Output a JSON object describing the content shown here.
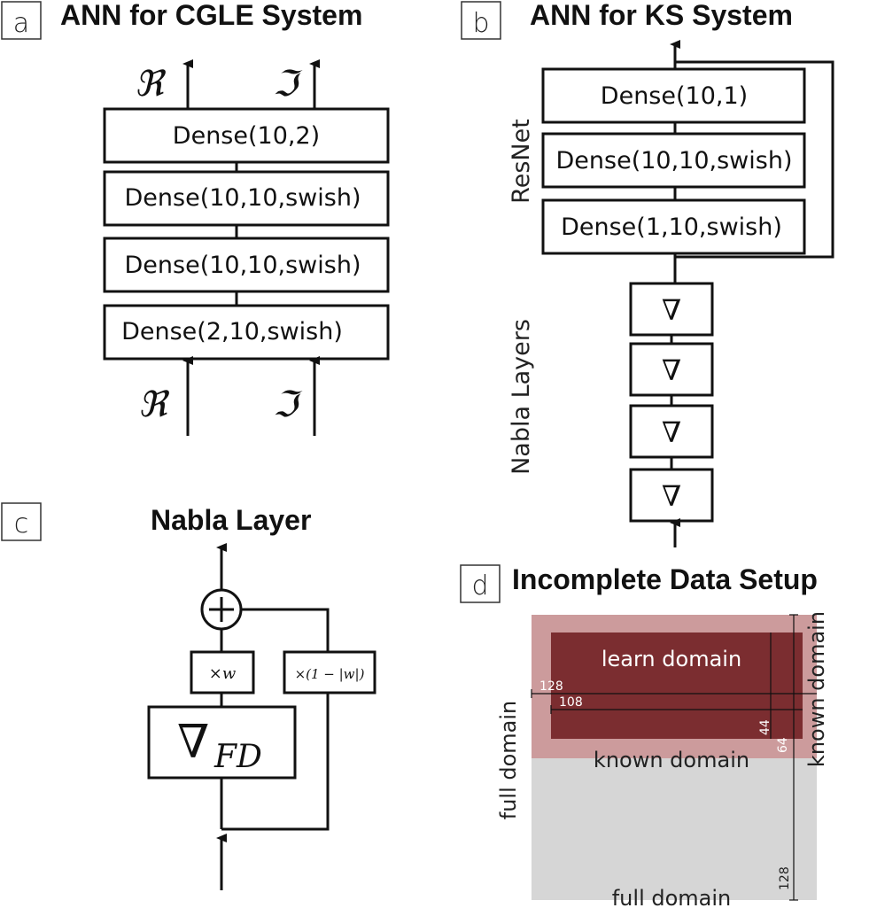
{
  "panels": {
    "a": {
      "letter": "a",
      "title": "ANN for CGLE System",
      "output_labels": [
        "ℜ",
        "ℑ"
      ],
      "input_labels": [
        "ℜ",
        "ℑ"
      ],
      "layers": [
        "Dense(10,2)",
        "Dense(10,10,swish)",
        "Dense(10,10,swish)",
        "Dense(2,10,swish)"
      ]
    },
    "b": {
      "letter": "b",
      "title": "ANN for KS System",
      "resnet_label": "ResNet",
      "nabla_label": "Nabla Layers",
      "resnet_layers": [
        "Dense(10,1)",
        "Dense(10,10,swish)",
        "Dense(1,10,swish)"
      ],
      "nabla_layers": [
        "∇",
        "∇",
        "∇",
        "∇"
      ]
    },
    "c": {
      "letter": "c",
      "title": "Nabla Layer",
      "sum_symbol": "+",
      "weight_box": "×w",
      "skip_box": "×(1 − |w|)",
      "nabla_main": "∇",
      "nabla_sub": "FD"
    },
    "d": {
      "letter": "d",
      "title": "Incomplete Data Setup",
      "learn_domain": "learn domain",
      "known_domain_h": "known domain",
      "known_domain_v": "known domain",
      "full_domain_h": "full domain",
      "full_domain_v": "full domain",
      "dims": {
        "known_width": "128",
        "learn_width": "108",
        "learn_height": "44",
        "known_height": "64",
        "full_height": "128"
      },
      "colors": {
        "learn": "#7b2d30",
        "known": "#cc9b9c",
        "full": "#d6d6d6"
      }
    }
  }
}
